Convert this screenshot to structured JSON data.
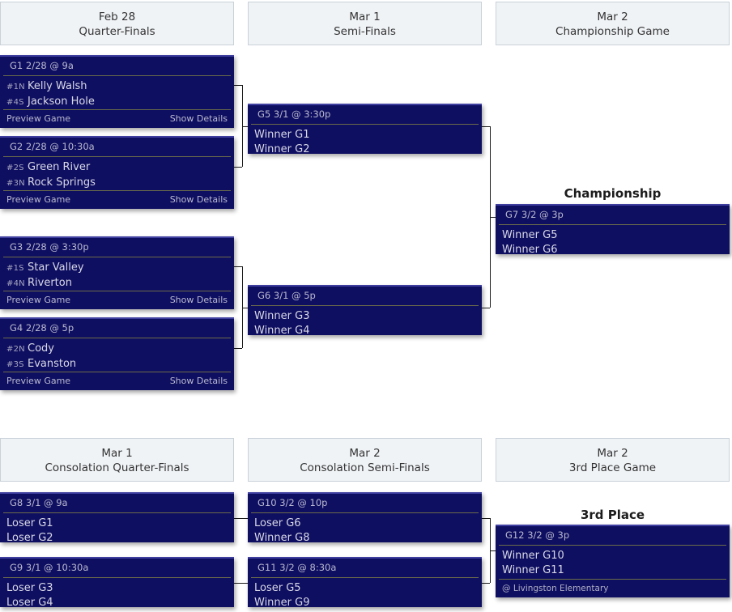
{
  "upper_bracket": {
    "round_headers": [
      {
        "date": "Feb 28",
        "name": "Quarter-Finals"
      },
      {
        "date": "Mar 1",
        "name": "Semi-Finals"
      },
      {
        "date": "Mar 2",
        "name": "Championship Game"
      }
    ],
    "final_title": "Championship",
    "games": [
      {
        "id": "G1",
        "title": "G1 2/28 @ 9a",
        "teams": [
          {
            "seed": "#1N",
            "name": "Kelly Walsh"
          },
          {
            "seed": "#4S",
            "name": "Jackson Hole"
          }
        ],
        "preview_label": "Preview Game",
        "details_label": "Show Details"
      },
      {
        "id": "G2",
        "title": "G2 2/28 @ 10:30a",
        "teams": [
          {
            "seed": "#2S",
            "name": "Green River"
          },
          {
            "seed": "#3N",
            "name": "Rock Springs"
          }
        ],
        "preview_label": "Preview Game",
        "details_label": "Show Details"
      },
      {
        "id": "G3",
        "title": "G3 2/28 @ 3:30p",
        "teams": [
          {
            "seed": "#1S",
            "name": "Star Valley"
          },
          {
            "seed": "#4N",
            "name": "Riverton"
          }
        ],
        "preview_label": "Preview Game",
        "details_label": "Show Details"
      },
      {
        "id": "G4",
        "title": "G4 2/28 @ 5p",
        "teams": [
          {
            "seed": "#2N",
            "name": "Cody"
          },
          {
            "seed": "#3S",
            "name": "Evanston"
          }
        ],
        "preview_label": "Preview Game",
        "details_label": "Show Details"
      },
      {
        "id": "G5",
        "title": "G5 3/1 @ 3:30p",
        "teams": [
          {
            "seed": "",
            "name": "Winner G1"
          },
          {
            "seed": "",
            "name": "Winner G2"
          }
        ]
      },
      {
        "id": "G6",
        "title": "G6 3/1 @ 5p",
        "teams": [
          {
            "seed": "",
            "name": "Winner G3"
          },
          {
            "seed": "",
            "name": "Winner G4"
          }
        ]
      },
      {
        "id": "G7",
        "title": "G7 3/2 @ 3p",
        "teams": [
          {
            "seed": "",
            "name": "Winner G5"
          },
          {
            "seed": "",
            "name": "Winner G6"
          }
        ]
      }
    ]
  },
  "lower_bracket": {
    "round_headers": [
      {
        "date": "Mar 1",
        "name": "Consolation Quarter-Finals"
      },
      {
        "date": "Mar 2",
        "name": "Consolation Semi-Finals"
      },
      {
        "date": "Mar 2",
        "name": "3rd Place Game"
      }
    ],
    "final_title": "3rd Place",
    "games": [
      {
        "id": "G8",
        "title": "G8 3/1 @ 9a",
        "teams": [
          {
            "seed": "",
            "name": "Loser G1"
          },
          {
            "seed": "",
            "name": "Loser G2"
          }
        ]
      },
      {
        "id": "G9",
        "title": "G9 3/1 @ 10:30a",
        "teams": [
          {
            "seed": "",
            "name": "Loser G3"
          },
          {
            "seed": "",
            "name": "Loser G4"
          }
        ]
      },
      {
        "id": "G10",
        "title": "G10 3/2 @ 10p",
        "teams": [
          {
            "seed": "",
            "name": "Loser G6"
          },
          {
            "seed": "",
            "name": "Winner G8"
          }
        ]
      },
      {
        "id": "G11",
        "title": "G11 3/2 @ 8:30a",
        "teams": [
          {
            "seed": "",
            "name": "Loser G5"
          },
          {
            "seed": "",
            "name": "Winner G9"
          }
        ]
      },
      {
        "id": "G12",
        "title": "G12 3/2 @ 3p",
        "teams": [
          {
            "seed": "",
            "name": "Winner G10"
          },
          {
            "seed": "",
            "name": "Winner G11"
          }
        ],
        "venue": "@ Livingston Elementary"
      }
    ]
  },
  "colors": {
    "card_background": "#0f0f62",
    "card_top_border": "#3f3fa0",
    "header_background": "#f0f3f6",
    "header_border": "#c9d1d9",
    "divider": "#6b6b4a",
    "connector": "#1b1b1b",
    "page_background": "#ffffff"
  }
}
